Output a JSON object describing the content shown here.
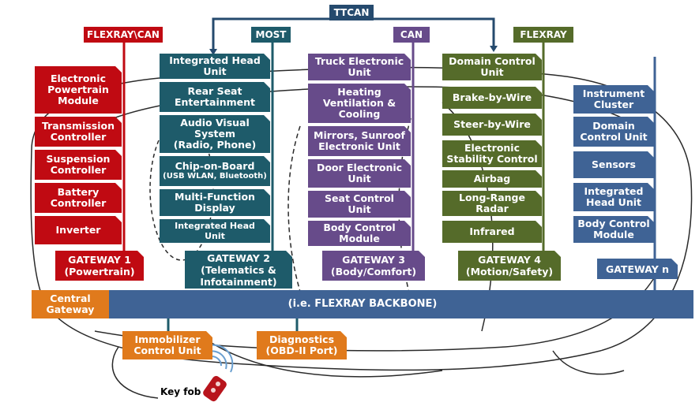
{
  "buses": {
    "ttcan": "TTCAN",
    "flexray_can": "FLEXRAY\\CAN",
    "most": "MOST",
    "can": "CAN",
    "flexray": "FLEXRAY"
  },
  "powertrain": {
    "units": [
      "Electronic\nPowertrain\nModule",
      "Transmission\nController",
      "Suspension\nController",
      "Battery\nController",
      "Inverter"
    ],
    "gateway": "GATEWAY 1\n(Powertrain)"
  },
  "telematics": {
    "units": [
      "Integrated Head\nUnit",
      "Rear Seat\nEntertainment",
      "Audio Visual\nSystem\n(Radio, Phone)",
      "Chip-on-Board",
      "(USB WLAN, Bluetooth)",
      "Multi-Function\nDisplay",
      "Integrated Head\nUnit"
    ],
    "gateway": "GATEWAY 2\n(Telematics &\nInfotainment)"
  },
  "body": {
    "units": [
      "Truck Electronic\nUnit",
      "Heating\nVentilation &\nCooling",
      "Mirrors, Sunroof\nElectronic Unit",
      "Door Electronic\nUnit",
      "Seat Control\nUnit",
      "Body Control\nModule"
    ],
    "gateway": "GATEWAY 3\n(Body/Comfort)"
  },
  "safety": {
    "units": [
      "Domain Control\nUnit",
      "Brake-by-Wire",
      "Steer-by-Wire",
      "Electronic\nStability Control",
      "Airbag",
      "Long-Range\nRadar",
      "Infrared"
    ],
    "gateway": "GATEWAY 4\n(Motion/Safety)"
  },
  "other": {
    "units": [
      "Instrument\nCluster",
      "Domain\nControl Unit",
      "Sensors",
      "Integrated\nHead Unit",
      "Body Control\nModule"
    ],
    "gateway": "GATEWAY n"
  },
  "backbone": {
    "central": "Central\nGateway",
    "label": "(i.e. FLEXRAY BACKBONE)"
  },
  "peripherals": {
    "immobilizer": "Immobilizer\nControl Unit",
    "diagnostics": "Diagnostics\n(OBD-II Port)",
    "keyfob": "Key fob"
  },
  "colors": {
    "powertrain": "#c00a12",
    "telematics": "#1e5b6a",
    "body": "#674b8a",
    "safety": "#556b2a",
    "other": "#3f6395",
    "gateway_orange": "#e07a1c",
    "ttcan": "#254a6e"
  }
}
